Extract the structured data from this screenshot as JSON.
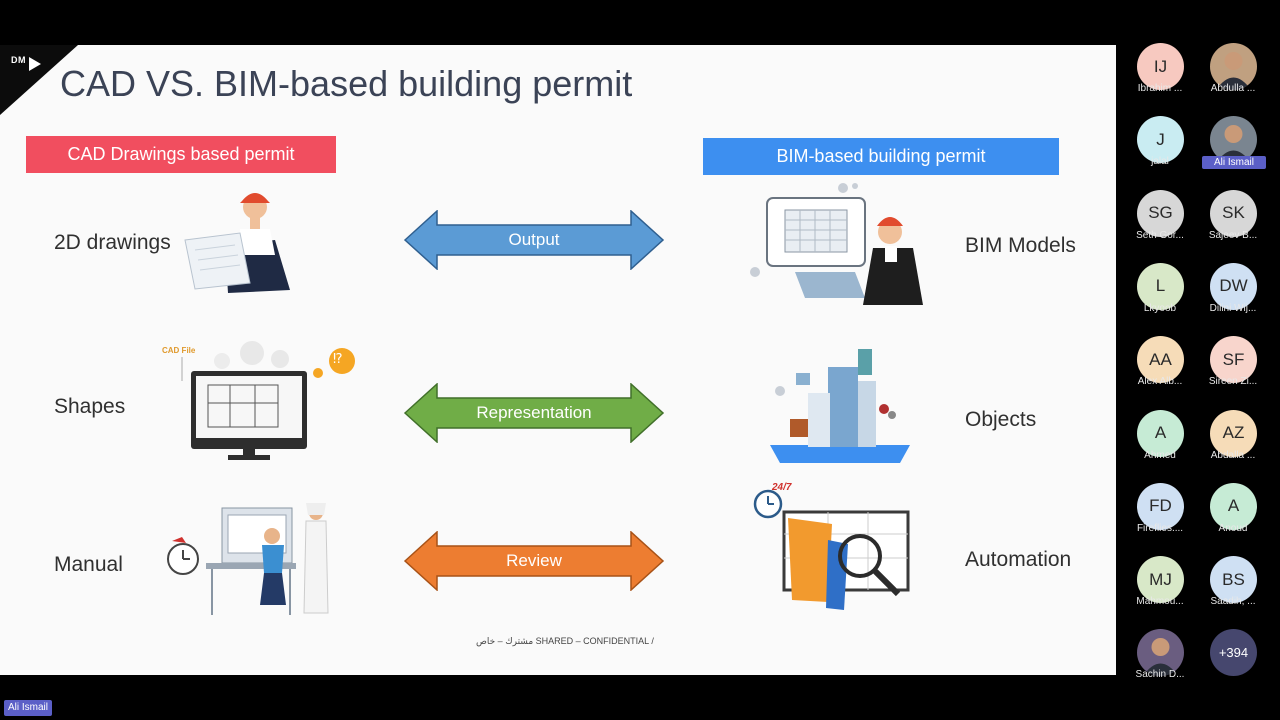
{
  "slide": {
    "logo": "DM",
    "title": "CAD VS. BIM-based building permit",
    "cad_header": "CAD Drawings based permit",
    "bim_header": "BIM-based building permit",
    "rows": [
      {
        "left_label": "2D drawings",
        "arrow_label": "Output",
        "right_label": "BIM Models",
        "arrow_color": "#5b9bd5"
      },
      {
        "left_label": "Shapes",
        "arrow_label": "Representation",
        "right_label": "Objects",
        "arrow_color": "#70ad47"
      },
      {
        "left_label": "Manual",
        "arrow_label": "Review",
        "right_label": "Automation",
        "arrow_color": "#ed7d31"
      }
    ],
    "cad_file_label": "CAD File",
    "alert_glyph": "⁉",
    "clock_label": "24/7",
    "footer": "مشترك – خاص SHARED – CONFIDENTIAL /",
    "colors": {
      "cad_header": "#f14e5f",
      "bim_header": "#3d8ff0",
      "title": "#3b4356"
    }
  },
  "participants": [
    {
      "initials": "IJ",
      "name": "Ibrahim ...",
      "bg": "#f7c9c0",
      "photo": false,
      "highlight": false
    },
    {
      "initials": "",
      "name": "Abdulla ...",
      "bg": "#c0a080",
      "photo": true,
      "highlight": false
    },
    {
      "initials": "J",
      "name": "jalal",
      "bg": "#c9ecf2",
      "photo": false,
      "highlight": false
    },
    {
      "initials": "",
      "name": "Ali Ismail",
      "bg": "#7a8590",
      "photo": true,
      "highlight": true
    },
    {
      "initials": "SG",
      "name": "Seth Gor...",
      "bg": "#d7d7d7",
      "photo": false,
      "highlight": false
    },
    {
      "initials": "SK",
      "name": "Sajeev B...",
      "bg": "#d7d7d7",
      "photo": false,
      "highlight": false
    },
    {
      "initials": "L",
      "name": "Lkyoob",
      "bg": "#d8e8c8",
      "photo": false,
      "highlight": false
    },
    {
      "initials": "DW",
      "name": "Dilini Wij...",
      "bg": "#cfe0f3",
      "photo": false,
      "highlight": false
    },
    {
      "initials": "AA",
      "name": "Alex Alb...",
      "bg": "#f6dcb8",
      "photo": false,
      "highlight": false
    },
    {
      "initials": "SF",
      "name": "Sireen Zi...",
      "bg": "#f8d5cc",
      "photo": false,
      "highlight": false
    },
    {
      "initials": "A",
      "name": "Ahmed",
      "bg": "#c6ebd5",
      "photo": false,
      "highlight": false
    },
    {
      "initials": "AZ",
      "name": "Abdalla ...",
      "bg": "#f6dcb8",
      "photo": false,
      "highlight": false
    },
    {
      "initials": "FD",
      "name": "Fireflies....",
      "bg": "#cfe0f3",
      "photo": false,
      "highlight": false
    },
    {
      "initials": "A",
      "name": "Anoud",
      "bg": "#c6ebd5",
      "photo": false,
      "highlight": false
    },
    {
      "initials": "MJ",
      "name": "Mahmou...",
      "bg": "#d8e8c8",
      "photo": false,
      "highlight": false
    },
    {
      "initials": "BS",
      "name": "Saadih, ...",
      "bg": "#cfe0f3",
      "photo": false,
      "highlight": false
    },
    {
      "initials": "",
      "name": "Sachin D...",
      "bg": "#6a5d80",
      "photo": true,
      "highlight": false
    },
    {
      "initials": "+394",
      "name": "",
      "bg": "#46476e",
      "photo": false,
      "highlight": false
    }
  ],
  "speaker": "Ali Ismail"
}
